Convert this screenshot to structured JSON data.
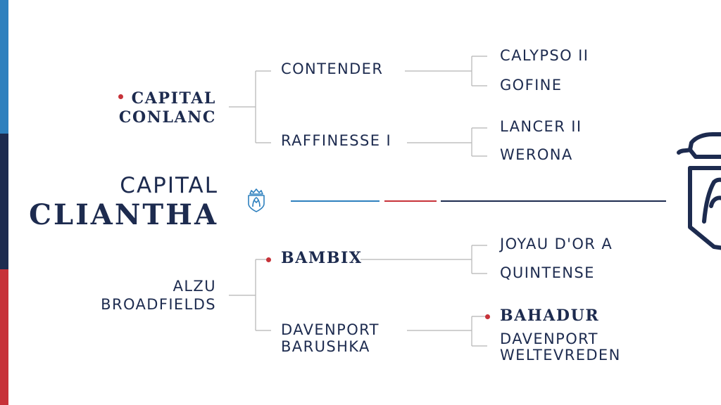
{
  "subject": {
    "line1": "CAPITAL",
    "line2": "CLIANTHA"
  },
  "sire": {
    "name_line1": "CAPITAL",
    "name_line2": "CONLANC",
    "marked": true
  },
  "dam": {
    "name_line1": "ALZU",
    "name_line2": "BROADFIELDS"
  },
  "sire_sire": {
    "name": "CONTENDER"
  },
  "sire_dam": {
    "name": "RAFFINESSE I"
  },
  "dam_sire": {
    "name": "BAMBIX",
    "marked": true
  },
  "dam_dam": {
    "name_line1": "DAVENPORT",
    "name_line2": "BARUSHKA"
  },
  "gen3": {
    "ss_sire": "CALYPSO II",
    "ss_dam": "GOFINE",
    "sd_sire": "LANCER II",
    "sd_dam": "WERONA",
    "ds_sire": "JOYAU D'OR A",
    "ds_dam": "QUINTENSE",
    "dd_sire": "BAHADUR",
    "dd_dam_line1": "DAVENPORT",
    "dd_dam_line2": "WELTEVREDEN"
  },
  "dd_sire_marked": true,
  "colors": {
    "navy": "#1d2b4f",
    "blue": "#2e80be",
    "red": "#c73239",
    "line": "#b5b5b5"
  },
  "icons": {
    "emblem": "crowned-shield-emblem-icon",
    "marker": "red-dot-icon"
  }
}
